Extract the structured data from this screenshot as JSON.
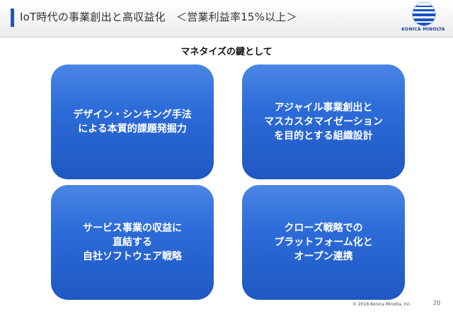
{
  "header": {
    "title": "IoT時代の事業創出と高収益化　＜営業利益率15%以上＞",
    "logo_text": "KONICA MINOLTA"
  },
  "subtitle": "マネタイズの鍵として",
  "cards": [
    {
      "text": "デザイン・シンキング手法\nによる本質的課題発掘力"
    },
    {
      "text": "アジャイル事業創出と\nマスカスタマイゼーション\nを目的とする組織設計"
    },
    {
      "text": "サービス事業の収益に\n直結する\n自社ソフトウェア戦略"
    },
    {
      "text": "クローズ戦略での\nプラットフォーム化と\nオープン連携"
    }
  ],
  "footer": {
    "copyright": "© 2016 Konica Minolta, Inc.",
    "page_number": "20"
  },
  "colors": {
    "card_blue": "#2c6bd8",
    "accent": "#2458b0",
    "logo_blue": "#1652c4"
  }
}
